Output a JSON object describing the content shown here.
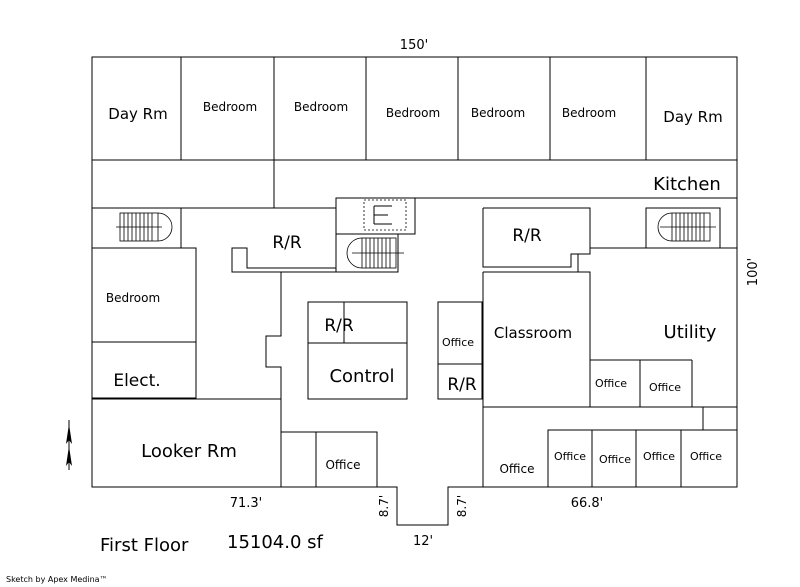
{
  "dimensions": {
    "top": "150'",
    "right": "100'",
    "bottom_left": "71.3'",
    "bottom_right": "66.8'",
    "entry_left": "8.7'",
    "entry_right": "8.7'",
    "entry_width": "12'"
  },
  "rooms": {
    "day_rm_left": "Day Rm",
    "bedroom_1": "Bedroom",
    "bedroom_2": "Bedroom",
    "bedroom_3": "Bedroom",
    "bedroom_4": "Bedroom",
    "bedroom_5": "Bedroom",
    "day_rm_right": "Day Rm",
    "kitchen": "Kitchen",
    "rr_top_center": "R/R",
    "rr_top_right": "R/R",
    "bedroom_west": "Bedroom",
    "elect": "Elect.",
    "rr_control": "R/R",
    "control": "Control",
    "office_mid_1": "Office",
    "rr_mid": "R/R",
    "classroom": "Classroom",
    "utility": "Utility",
    "office_util_1": "Office",
    "office_util_2": "Office",
    "looker_rm": "Looker Rm",
    "office_bottom_center": "Office",
    "office_bottom_right_1": "Office",
    "office_bottom_right_2": "Office",
    "office_bottom_right_3": "Office",
    "office_bottom_right_4": "Office",
    "office_bottom_right_5": "Office"
  },
  "footer": {
    "floor_name": "First Floor",
    "area": "15104.0 sf",
    "credit": "Sketch by Apex Medina™"
  }
}
